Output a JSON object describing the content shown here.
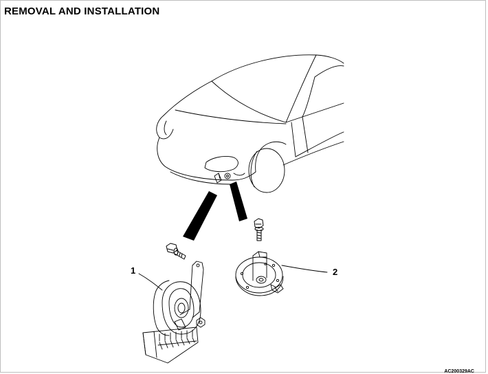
{
  "title": "REMOVAL AND INSTALLATION",
  "callouts": [
    {
      "id": "1"
    },
    {
      "id": "2"
    }
  ],
  "figure_code": "AC200329AC"
}
